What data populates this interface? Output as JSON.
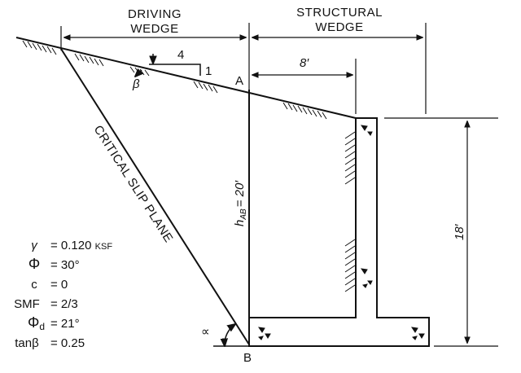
{
  "headers": {
    "driving_line1": "DRIVING",
    "driving_line2": "WEDGE",
    "structural_line1": "STRUCTURAL",
    "structural_line2": "WEDGE"
  },
  "slope": {
    "run": "4",
    "rise": "1",
    "angle_symbol": "β"
  },
  "points": {
    "top": "A",
    "bottom": "B"
  },
  "dimensions": {
    "heel_offset": "8′",
    "height_ab": "h",
    "height_ab_sub": "AB",
    "height_ab_value": "= 20′",
    "wall_height": "18′"
  },
  "slip_plane_label": "CRITICAL SLIP PLANE",
  "alpha_symbol": "∝",
  "properties": [
    {
      "symbol": "γ",
      "value": "= 0.120",
      "unit": "KSF"
    },
    {
      "symbol": "Φ",
      "value": "= 30°",
      "unit": ""
    },
    {
      "symbol": "c",
      "value": "= 0",
      "unit": ""
    },
    {
      "symbol": "SMF",
      "value": "= 2/3",
      "unit": ""
    },
    {
      "symbol": "Φ",
      "symbol_sub": "d",
      "value": "= 21°",
      "unit": ""
    },
    {
      "symbol": "tanβ",
      "value": "= 0.25",
      "unit": ""
    }
  ]
}
